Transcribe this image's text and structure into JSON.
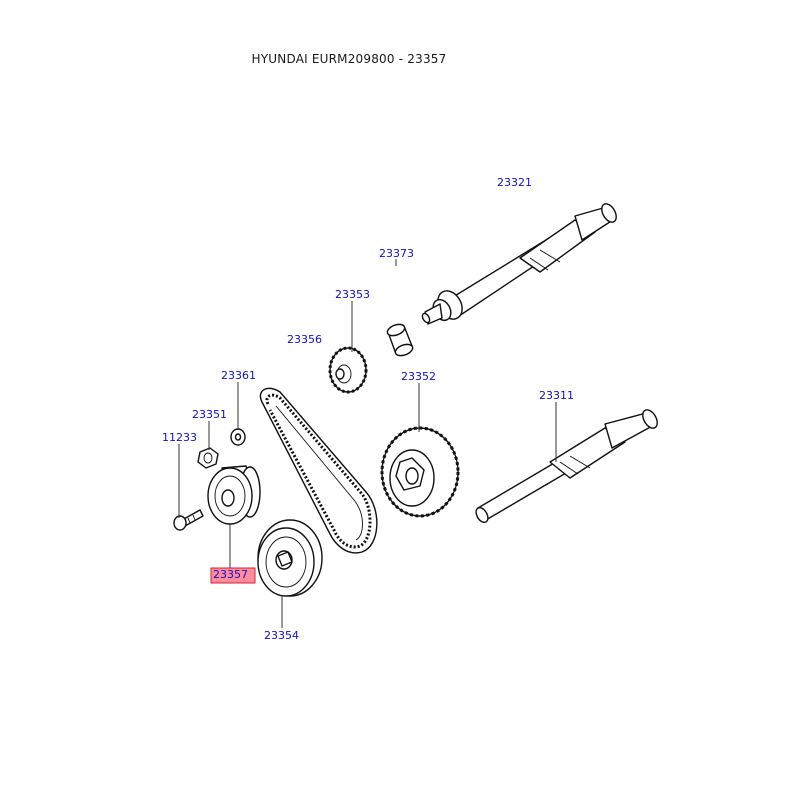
{
  "header": {
    "title": "HYUNDAI EURM209800 - 23357"
  },
  "colors": {
    "callout_text": "#1010c8",
    "highlight_fill": "#ff8c9a",
    "highlight_border": "#d0203a",
    "line_art": "#111111"
  },
  "callouts": [
    {
      "id": "23321",
      "label": "23321"
    },
    {
      "id": "23373",
      "label": "23373"
    },
    {
      "id": "23353",
      "label": "23353"
    },
    {
      "id": "23356",
      "label": "23356"
    },
    {
      "id": "23361",
      "label": "23361"
    },
    {
      "id": "23352",
      "label": "23352"
    },
    {
      "id": "23311",
      "label": "23311"
    },
    {
      "id": "23351",
      "label": "23351"
    },
    {
      "id": "11233",
      "label": "11233"
    },
    {
      "id": "23357",
      "label": "23357",
      "highlighted": true
    },
    {
      "id": "23354",
      "label": "23354"
    }
  ]
}
